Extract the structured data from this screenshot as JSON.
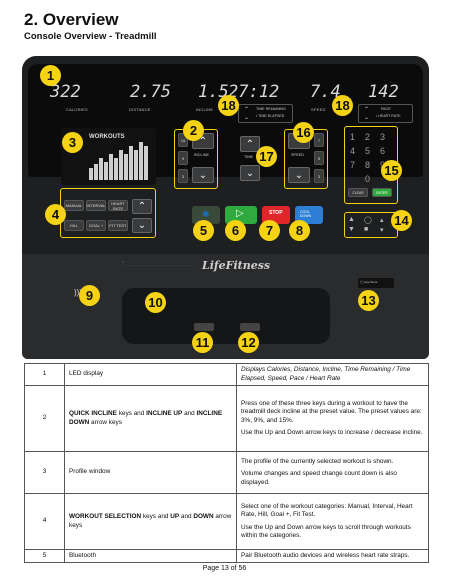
{
  "header": {
    "title": "2. Overview",
    "subtitle": "Console Overview - Treadmill"
  },
  "lcd": {
    "calories_value": "322",
    "calories_label": "CALORIES",
    "distance_value": "2.75",
    "distance_label": "DISTANCE",
    "incline_value": "1.5",
    "incline_label": "INCLINE",
    "time_value": "27:12",
    "time_remaining_label": "TIME REMAINING",
    "time_elapsed_label": "• TIME ELAPSED",
    "speed_value": "7.4",
    "speed_label": "SPEED",
    "pace_value": "142",
    "pace_label": "PACE",
    "heart_rate_label": "• HEART RATE"
  },
  "profile": {
    "title": "WORKOUTS"
  },
  "workout_keys": [
    "MANUAL",
    "INTERVAL",
    "HEART RATE",
    "HILL",
    "GOAL +",
    "FIT TEST"
  ],
  "incline_keys": {
    "presets": [
      "15",
      "9",
      "3"
    ],
    "label": "INCLINE"
  },
  "time_key_label": "TIME",
  "speed_keys": {
    "presets": [
      "7",
      "5",
      "3"
    ],
    "label": "SPEED"
  },
  "keypad": {
    "digits": [
      "1",
      "2",
      "3",
      "4",
      "5",
      "6",
      "7",
      "8",
      "9",
      "0"
    ],
    "clear_label": "CLEAR",
    "enter_label": "ENTER"
  },
  "brand": "LifeFitness",
  "callouts": [
    "1",
    "2",
    "3",
    "4",
    "5",
    "6",
    "7",
    "8",
    "9",
    "10",
    "11",
    "12",
    "13",
    "14",
    "15",
    "16",
    "17",
    "18"
  ],
  "colors": {
    "callout": "#f5d314",
    "go_green": "#2faa3c",
    "stop_red": "#e0262b",
    "bluetooth_blue": "#1c6fc0",
    "cool_down_blue": "#2c7fd4"
  },
  "table": {
    "rows": [
      {
        "num": "1",
        "name_plain": "LED display",
        "desc_italic": "Displays Calories, Distance, Incline, Time Remaining / Time Elapsed, Speed, Pace / Heart Rate"
      },
      {
        "num": "2",
        "name_bold1": "QUICK INCLINE",
        "name_plain1": " keys and ",
        "name_bold2": "INCLINE UP",
        "name_plain2": " and ",
        "name_bold3": "INCLINE DOWN",
        "name_plain3": " arrow keys",
        "desc1": "Press one of these three keys during a workout to have the treadmill deck incline at the preset value. The preset values are: 3%, 9%, and 15%.",
        "desc2": "Use the Up and Down arrow keys to increase / decrease incline."
      },
      {
        "num": "3",
        "name_plain": "Profile window",
        "desc1": "The profile of the currently selected workout is shown.",
        "desc2": "Volume changes and speed change count down is also displayed."
      },
      {
        "num": "4",
        "name_bold1": "WORKOUT SELECTION",
        "name_plain1": " keys and ",
        "name_bold2": "UP",
        "name_plain2": " and ",
        "name_bold3": "DOWN",
        "name_plain3": " arrow keys",
        "desc1": "Select one of the workout categories: Manual, Interval, Heart Rate, Hill, Goal +, Fit Test.",
        "desc2": "Use the Up and Down arrow keys to scroll through workouts within the categories."
      },
      {
        "num": "5",
        "name_plain": "Bluetooth",
        "desc": "Pair Bluetooth audio devices and wireless heart rate straps."
      }
    ]
  },
  "footer": "Page 13 of 56"
}
